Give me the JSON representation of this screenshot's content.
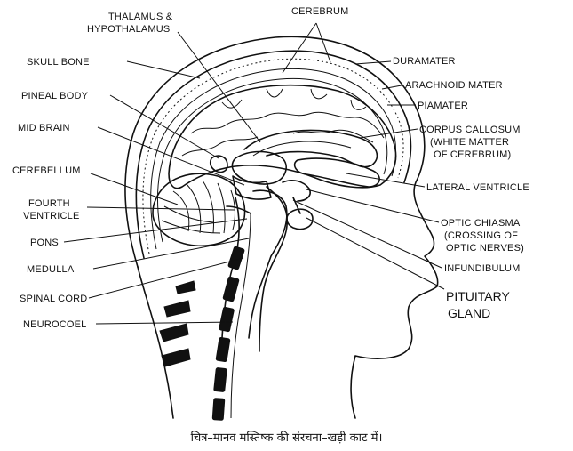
{
  "labels": {
    "thalamus_line1": "THALAMUS &",
    "thalamus_line2": "HYPOTHALAMUS",
    "cerebrum": "CEREBRUM",
    "skull_bone": "SKULL BONE",
    "duramater": "DURAMATER",
    "arachnoid_mater": "ARACHNOID MATER",
    "pineal_body": "PINEAL BODY",
    "piamater": "PIAMATER",
    "mid_brain": "MID BRAIN",
    "corpus_callosum_line1": "CORPUS CALLOSUM",
    "corpus_callosum_line2": "(WHITE MATTER",
    "corpus_callosum_line3": "OF CEREBRUM)",
    "cerebellum": "CEREBELLUM",
    "lateral_ventricle": "LATERAL VENTRICLE",
    "fourth_ventricle_line1": "FOURTH",
    "fourth_ventricle_line2": "VENTRICLE",
    "optic_chiasma_line1": "OPTIC CHIASMA",
    "optic_chiasma_line2": "(CROSSING OF",
    "optic_chiasma_line3": "OPTIC NERVES)",
    "pons": "PONS",
    "medulla": "MEDULLA",
    "infundibulum": "INFUNDIBULUM",
    "spinal_cord": "SPINAL CORD",
    "pituitary_line1": "PITUITARY",
    "pituitary_line2": "GLAND",
    "neurocoel": "NEUROCOEL"
  },
  "caption": "चित्र–मानव मस्तिष्क की संरचना–खड़ी काट में।"
}
